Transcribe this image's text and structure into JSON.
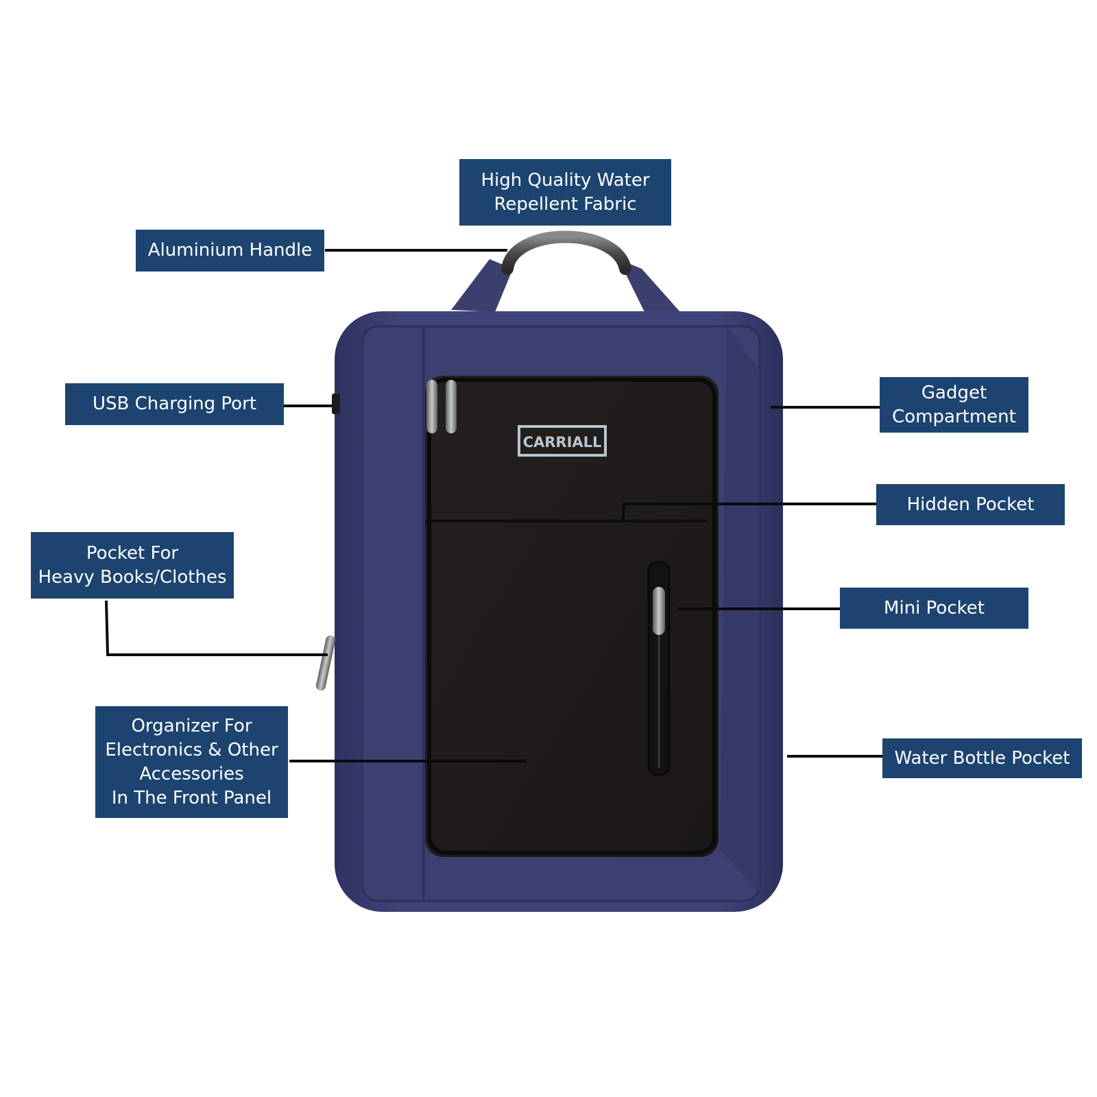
{
  "brand": "CARRIALL",
  "colors": {
    "label_bg": "#1d4470",
    "label_text": "#ffffff",
    "leader_line": "#0a0a0a",
    "bag_fabric": "#3a3f6e",
    "front_panel": "#1f1c1b"
  },
  "callouts": {
    "fabric": {
      "lines": [
        "High Quality Water",
        "Repellent Fabric"
      ]
    },
    "handle": {
      "lines": [
        "Aluminium Handle"
      ]
    },
    "usb": {
      "lines": [
        "USB Charging Port"
      ]
    },
    "books": {
      "lines": [
        "Pocket For",
        "Heavy Books/Clothes"
      ]
    },
    "organizer": {
      "lines": [
        "Organizer For",
        "Electronics & Other",
        "Accessories",
        "In The Front Panel"
      ]
    },
    "gadget": {
      "lines": [
        "Gadget",
        "Compartment"
      ]
    },
    "hidden": {
      "lines": [
        "Hidden Pocket"
      ]
    },
    "mini": {
      "lines": [
        "Mini Pocket"
      ]
    },
    "bottle": {
      "lines": [
        "Water Bottle Pocket"
      ]
    }
  }
}
